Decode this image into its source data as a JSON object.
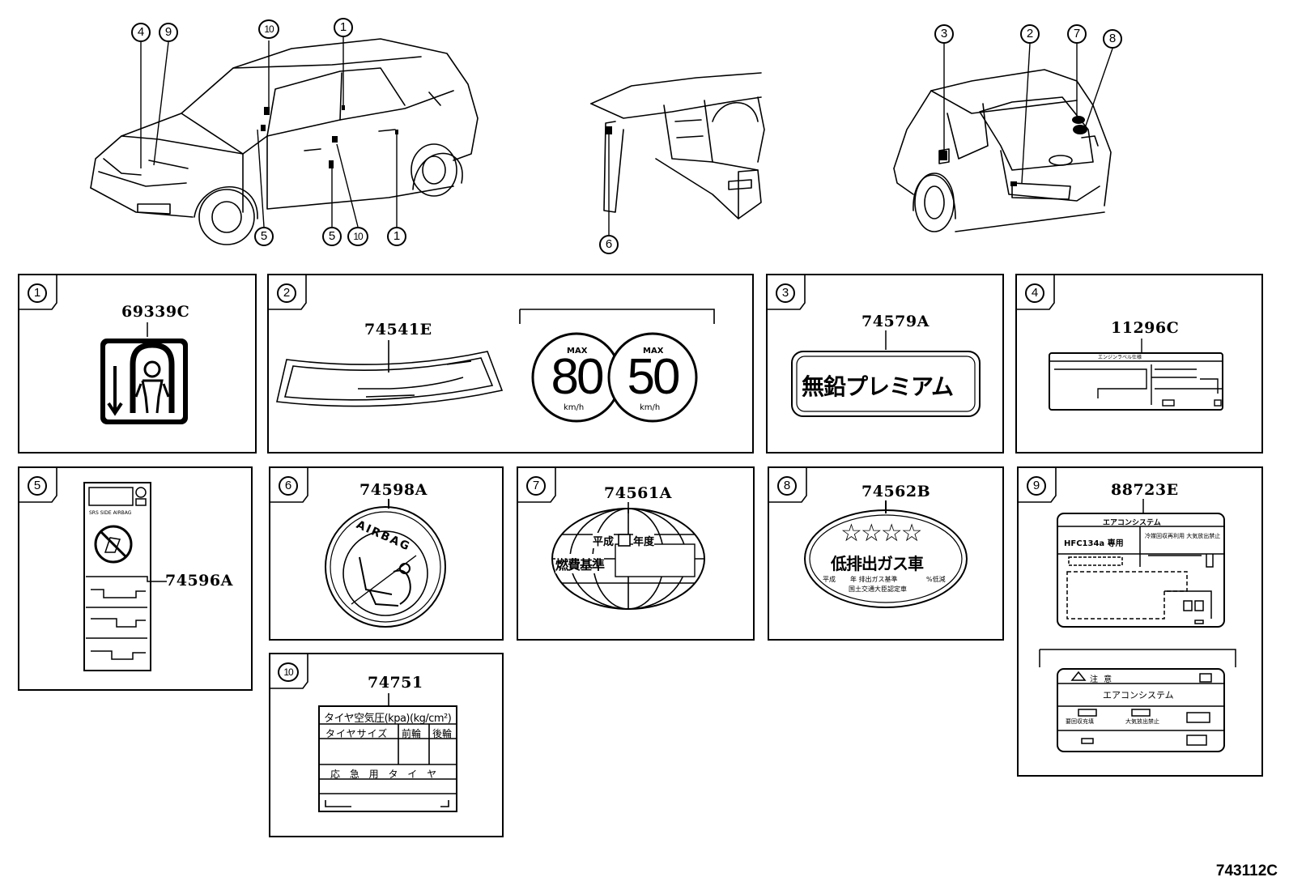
{
  "callouts": {
    "car_left": [
      "4",
      "9",
      "10",
      "1",
      "5",
      "5",
      "10",
      "1"
    ],
    "dash": [
      "6"
    ],
    "car_rear": [
      "3",
      "2",
      "7",
      "8"
    ]
  },
  "panels": [
    {
      "num": "1",
      "part": "69339C"
    },
    {
      "num": "2",
      "part": "74541E"
    },
    {
      "num": "3",
      "part": "74579A",
      "label_text": "無鉛プレミアム"
    },
    {
      "num": "4",
      "part": "11296C",
      "header_text": "エンジンラベル仕様"
    },
    {
      "num": "5",
      "part": "74596A",
      "label_text": "SRS SIDE AIRBAG"
    },
    {
      "num": "6",
      "part": "74598A",
      "ring_text": "AIRBAG"
    },
    {
      "num": "7",
      "part": "74561A",
      "line1_a": "平成",
      "line1_b": "年度",
      "line2": "燃費基準"
    },
    {
      "num": "8",
      "part": "74562B",
      "stars": "☆☆☆☆",
      "title": "低排出ガス車",
      "line1_a": "平成",
      "line1_b": "年 排出ガス基準",
      "line1_c": "%低減",
      "line2": "国土交通大臣認定車"
    },
    {
      "num": "9",
      "part": "88723E"
    },
    {
      "num": "10",
      "part": "74751"
    }
  ],
  "speed_signs": [
    {
      "max": "MAX",
      "value": "80",
      "unit": "km/h"
    },
    {
      "max": "MAX",
      "value": "50",
      "unit": "km/h"
    }
  ],
  "ac_label_top": {
    "title": "エアコンシステム",
    "refrigerant": "HFC134a 専用",
    "warning": "冷媒回収再利用 大気放出禁止"
  },
  "ac_label_bottom": {
    "caution": "注 意",
    "title": "エアコンシステム",
    "sub1": "要回収充填",
    "sub2": "大気放出禁止"
  },
  "tire_label": {
    "title": "タイヤ空気圧(kpa)(kg/cm²)",
    "size": "タイヤサイズ",
    "front": "前輪",
    "rear": "後輪",
    "spare": "応 急 用 タ イ ヤ"
  },
  "diagram_code": "743112C"
}
